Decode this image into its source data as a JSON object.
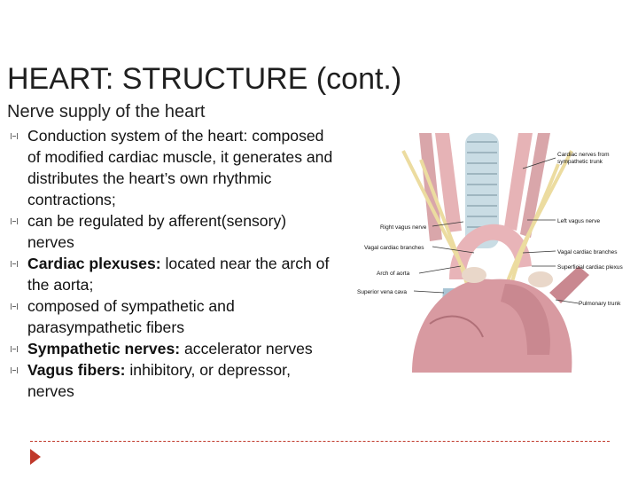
{
  "slide": {
    "title": "HEART: STRUCTURE (cont.)",
    "subtitle": "Nerve supply of the heart",
    "bullets": [
      {
        "bold": "",
        "text": "Conduction system of the heart: composed of modified cardiac muscle, it generates and distributes the heart’s own rhythmic contractions;"
      },
      {
        "bold": "",
        "text": "can be regulated by afferent(sensory) nerves"
      },
      {
        "bold": "Cardiac plexuses:",
        "text": " located near the arch of the aorta;"
      },
      {
        "bold": "",
        "text": "composed of sympathetic and parasympathetic fibers"
      },
      {
        "bold": "Sympathetic nerves:",
        "text": " accelerator nerves"
      },
      {
        "bold": "Vagus fibers:",
        "text": " inhibitory, or depressor, nerves"
      }
    ]
  },
  "figure": {
    "labels": {
      "cardiac_nerves_from": "Cardiac nerves from",
      "sympathetic_trunk": "sympathetic trunk",
      "right_vagus": "Right vagus nerve",
      "left_vagus": "Left vagus nerve",
      "vagal_branches_left_side": "Vagal cardiac branches",
      "vagal_branches_right_side": "Vagal cardiac branches",
      "arch_aorta": "Arch of aorta",
      "superficial_plexus": "Superficial cardiac plexus",
      "svc": "Superior vena cava",
      "pulmonary_trunk": "Pulmonary trunk"
    }
  },
  "colors": {
    "accent": "#c0392b",
    "tissue": "#e8b4b8",
    "nerve": "#f0e0a0"
  }
}
